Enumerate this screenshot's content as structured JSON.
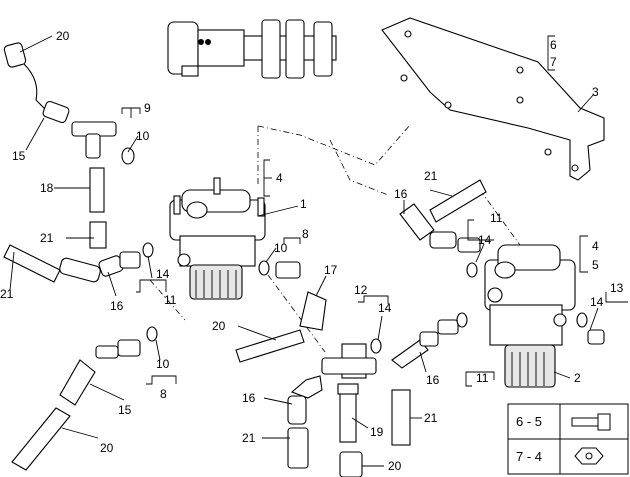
{
  "callouts": {
    "c20_top": "20",
    "c15_top": "15",
    "c18": "18",
    "c9": "9",
    "c10_top": "10",
    "c21_left": "21",
    "c21_far": "21",
    "c16_left": "16",
    "c14_left": "14",
    "c11_left": "11",
    "c1": "1",
    "c4_mid": "4",
    "c10_mid": "10",
    "c8_mid": "8",
    "c17": "17",
    "c6": "6",
    "c7": "7",
    "c3": "3",
    "c21_right": "21",
    "c16_right": "16",
    "c11_right": "11",
    "c14_right": "14",
    "c4_right": "4",
    "c5_right": "5",
    "c13": "13",
    "c14_far": "14",
    "c2": "2",
    "c12": "12",
    "c14_center": "14",
    "c20_mid": "20",
    "c10_low": "10",
    "c8_low": "8",
    "c15_low": "15",
    "c20_low": "20",
    "c16_center": "16",
    "c16_lowright": "16",
    "c11_lowright": "11",
    "c19": "19",
    "c21_center": "21",
    "c21_lowright": "21",
    "c20_bottom": "20"
  },
  "legend": {
    "row1_label": "6 - 5",
    "row2_label": "7 - 4",
    "row1_icon": "bolt-icon",
    "row2_icon": "nut-icon"
  }
}
